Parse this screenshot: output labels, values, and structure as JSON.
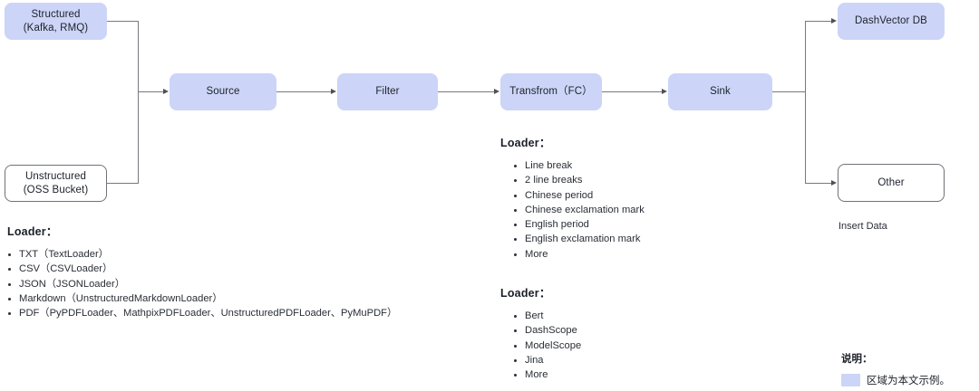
{
  "palette": {
    "node_blue": "#ccd5f7",
    "node_white": "#ffffff",
    "node_border_gray": "#6f7278",
    "line_gray": "#76797f",
    "text": "#20242e",
    "background": "#ffffff"
  },
  "nodes": {
    "structured": "Structured\n(Kafka, RMQ)",
    "unstructured": "Unstructured\n(OSS Bucket)",
    "source": "Source",
    "filter": "Filter",
    "transform": "Transfrom（FC）",
    "sink": "Sink",
    "dashvector": "DashVector DB",
    "other": "Other"
  },
  "captions": {
    "insert_data": "Insert Data"
  },
  "blocks": {
    "loader_input": {
      "title": "Loader：",
      "items": [
        "TXT（TextLoader）",
        "CSV（CSVLoader）",
        "JSON（JSONLoader）",
        "Markdown（UnstructuredMarkdownLoader）",
        "PDF（PyPDFLoader、MathpixPDFLoader、UnstructuredPDFLoader、PyMuPDF）"
      ]
    },
    "loader_split": {
      "title": "Loader：",
      "items": [
        "Line break",
        "2 line breaks",
        "Chinese period",
        "Chinese exclamation mark",
        "English period",
        "English exclamation mark",
        "More"
      ]
    },
    "loader_embedding": {
      "title": "Loader：",
      "items": [
        "Bert",
        "DashScope",
        "ModelScope",
        "Jina",
        "More"
      ]
    }
  },
  "legend": {
    "title": "说明：",
    "swatch_color": "#ccd5f7",
    "text": "区域为本文示例。"
  }
}
